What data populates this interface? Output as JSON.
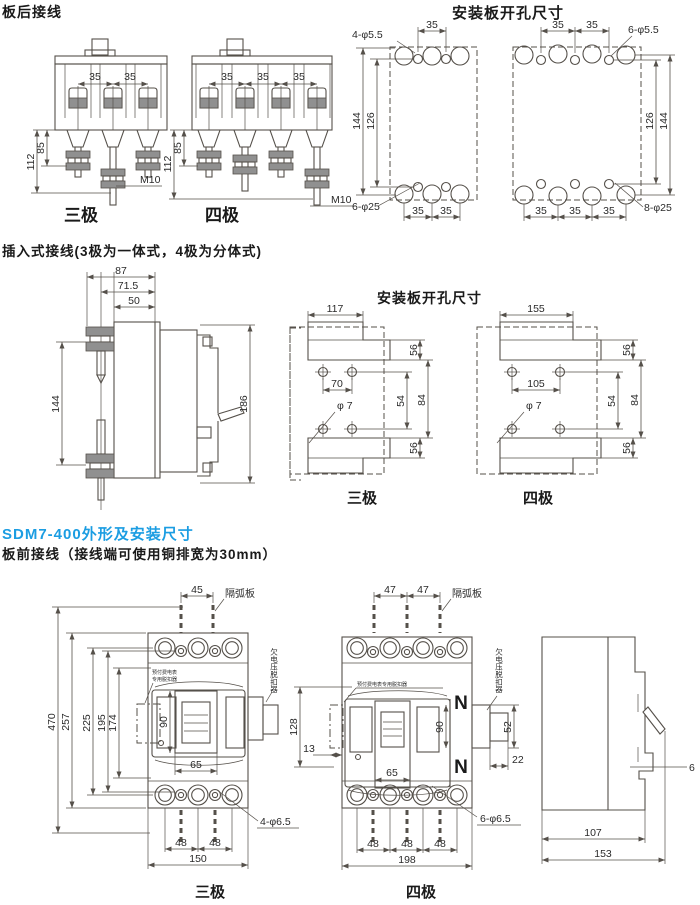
{
  "colors": {
    "background": "#ffffff",
    "line": "#55504a",
    "accent": "#1b9de2",
    "text": "#1a1a1a"
  },
  "titles": {
    "rear_wiring": "板后接线",
    "plate_holes_top": "安装板开孔尺寸",
    "plugin": "插入式接线(3极为一体式，4极为分体式)",
    "plate_holes_mid": "安装板开孔尺寸",
    "outline": "SDM7-400外形及安装尺寸",
    "front_wiring": "板前接线（接线端可使用铜排宽为30mm）"
  },
  "pole_labels": {
    "three": "三极",
    "four": "四极"
  },
  "rear3": {
    "d35a": "35",
    "d35b": "35",
    "d85": "85",
    "d112": "112",
    "thread": "M10"
  },
  "rear4": {
    "d35a": "35",
    "d35b": "35",
    "d35c": "35",
    "d85": "85",
    "d112": "112",
    "thread": "M10"
  },
  "plate3": {
    "callout_top": "4-φ5.5",
    "d35_top": "35",
    "d144": "144",
    "d126": "126",
    "callout_bottom": "6-φ25",
    "d35b1": "35",
    "d35b2": "35"
  },
  "plate4": {
    "d35t1": "35",
    "d35t2": "35",
    "callout_top": "6-φ5.5",
    "d126": "126",
    "d144": "144",
    "callout_bottom": "8-φ25",
    "d35b1": "35",
    "d35b2": "35",
    "d35b3": "35"
  },
  "plugin_side": {
    "d87": "87",
    "d71": "71.5",
    "d50": "50",
    "d144": "144",
    "d186": "186"
  },
  "pplate3": {
    "d117": "117",
    "d56t": "56",
    "d70": "70",
    "hole": "φ 7",
    "d54": "54",
    "d84": "84",
    "d56b": "56"
  },
  "pplate4": {
    "d155": "155",
    "d56t": "56",
    "d105": "105",
    "hole": "φ 7",
    "d54": "54",
    "d84": "84",
    "d56b": "56"
  },
  "front3": {
    "d45": "45",
    "arc_plate": "隔弧板",
    "meter1": "预付费电表",
    "meter2": "专用脱扣器",
    "undervoltage": "欠电压脱扣器",
    "d470": "470",
    "d257": "257",
    "d225": "225",
    "d195": "195",
    "d174": "174",
    "d90": "90",
    "d65": "65",
    "callout_holes": "4-φ6.5",
    "d48a": "48",
    "d48b": "48",
    "d150": "150"
  },
  "front4": {
    "d47a": "47",
    "d47b": "47",
    "arc_plate": "隔弧板",
    "meter": "预付费电表专用脱扣器",
    "undervoltage": "欠电压脱扣器",
    "d128": "128",
    "d13": "13",
    "d90": "90",
    "d52": "52",
    "d22": "22",
    "d65": "65",
    "n_top": "N",
    "n_bottom": "N",
    "callout_holes": "6-φ6.5",
    "d48a": "48",
    "d48b": "48",
    "d48c": "48",
    "d198": "198"
  },
  "side400": {
    "d6": "6",
    "d107": "107",
    "d153": "153"
  }
}
